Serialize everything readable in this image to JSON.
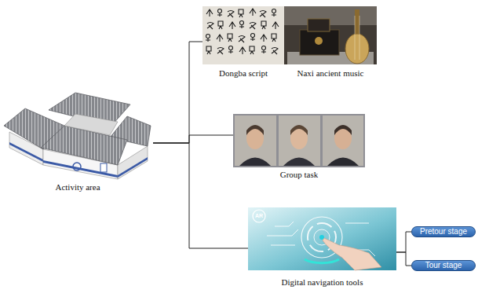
{
  "diagram": {
    "nodes": [
      {
        "text": [
          "Activity area"
        ]
      },
      {
        "text": [
          "Dongba script"
        ]
      },
      {
        "text": [
          "Naxi ancient music"
        ]
      },
      {
        "text": [
          "Group task"
        ]
      },
      {
        "text": [
          "Digital navigation tools"
        ]
      },
      {
        "text": [
          "Pretour stage"
        ]
      },
      {
        "text": [
          "Tour stage"
        ]
      }
    ],
    "edges": [
      {
        "from": 0,
        "to": 1,
        "arrow": "none"
      },
      {
        "from": 0,
        "to": 3,
        "arrow": "none"
      },
      {
        "from": 0,
        "to": 4,
        "arrow": "none"
      },
      {
        "from": 4,
        "to": 5,
        "arrow": "none"
      },
      {
        "from": 4,
        "to": 6,
        "arrow": "none"
      }
    ],
    "labels": [
      "AR"
    ]
  }
}
